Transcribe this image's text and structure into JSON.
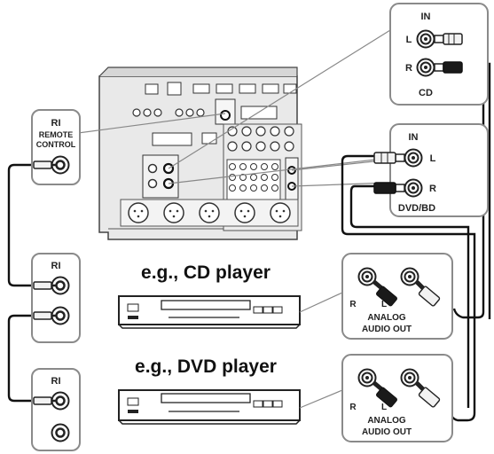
{
  "panels": {
    "cd_in": {
      "title": "IN",
      "left": "L",
      "right": "R",
      "name": "CD"
    },
    "dvd_in": {
      "title": "IN",
      "left": "L",
      "right": "R",
      "name": "DVD/BD"
    },
    "remote_control": {
      "ri": "RI",
      "line1": "REMOTE",
      "line2": "CONTROL"
    },
    "cd_ri": {
      "ri": "RI"
    },
    "dvd_ri": {
      "ri": "RI"
    },
    "cd_out": {
      "right": "R",
      "left": "L",
      "line1": "ANALOG",
      "line2": "AUDIO OUT"
    },
    "dvd_out": {
      "right": "R",
      "left": "L",
      "line1": "ANALOG",
      "line2": "AUDIO OUT"
    }
  },
  "captions": {
    "cd_player": "e.g., CD player",
    "dvd_player": "e.g., DVD player"
  },
  "colors": {
    "panel_border": "#8a8a8a",
    "receiver_body": "#e9e9e9",
    "cable": "#111111",
    "plug_white": "#f2f2f2",
    "plug_black": "#1a1a1a"
  }
}
